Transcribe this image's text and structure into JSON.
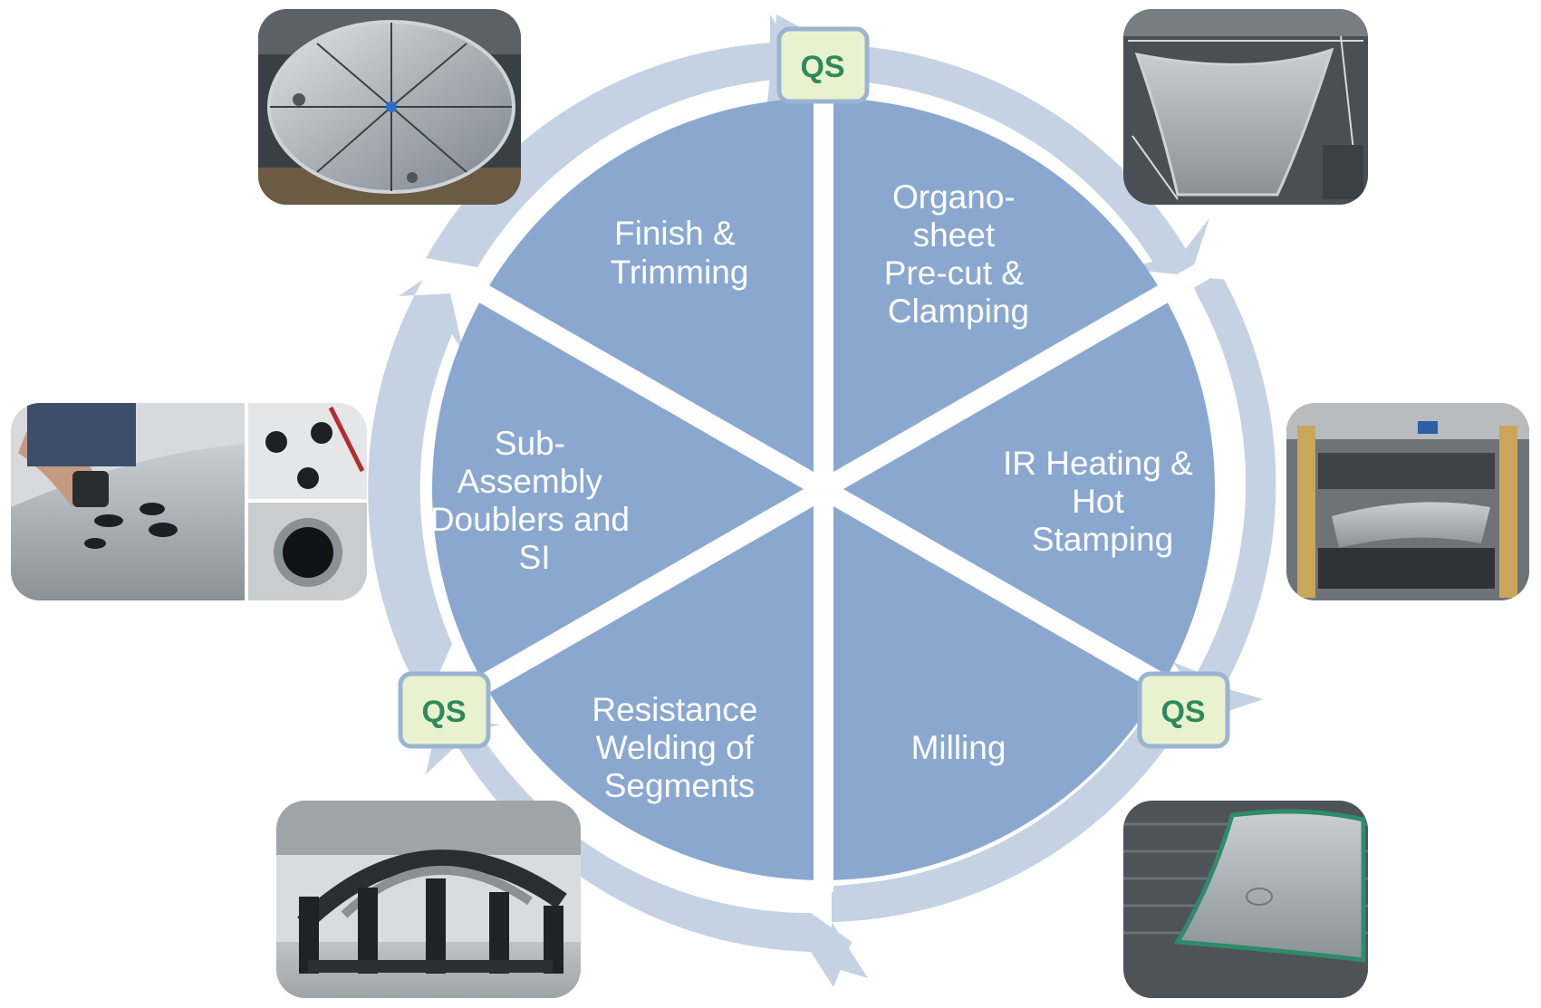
{
  "colors": {
    "ring": "#c5d2e3",
    "pie": "#8aa8cf",
    "separator": "#ffffff",
    "step_text": "#ffffff",
    "qs_fill": "#e9f2cf",
    "qs_border": "#9ab4d2",
    "qs_text": "#2e8a5c"
  },
  "steps": [
    {
      "id": "finish",
      "lines": [
        "Finish &",
        "Trimming"
      ],
      "photo": "finished-dish-photo"
    },
    {
      "id": "organo",
      "lines": [
        "Organo-",
        "sheet",
        "Pre-cut &",
        "Clamping"
      ],
      "photo": "organosheet-clamping-photo"
    },
    {
      "id": "ir",
      "lines": [
        "IR Heating &",
        "Hot",
        "Stamping"
      ],
      "photo": "hot-stamping-press-photo"
    },
    {
      "id": "milling",
      "lines": [
        "Milling"
      ],
      "photo": "milling-photo"
    },
    {
      "id": "welding",
      "lines": [
        "Resistance",
        "Welding of",
        "Segments"
      ],
      "photo": "welding-fixture-photo"
    },
    {
      "id": "subassembly",
      "lines": [
        "Sub-",
        "Assembly",
        "Doublers and",
        "SI"
      ],
      "photo": "subassembly-drilling-photo"
    }
  ],
  "qs_badges": [
    {
      "id": "top",
      "label": "QS"
    },
    {
      "id": "bottom-right",
      "label": "QS"
    },
    {
      "id": "bottom-left",
      "label": "QS"
    }
  ]
}
